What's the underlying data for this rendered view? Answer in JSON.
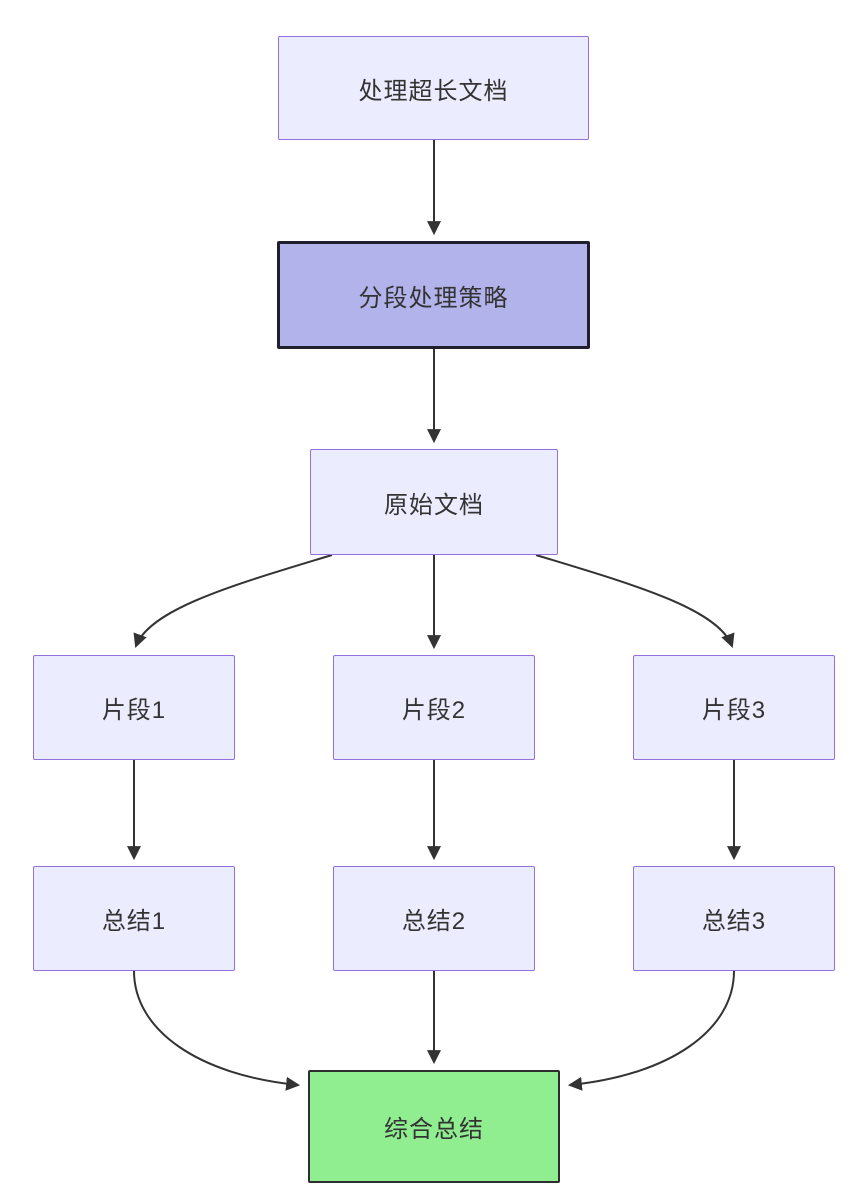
{
  "diagram": {
    "type": "flowchart",
    "direction": "top-down",
    "nodes": [
      {
        "id": "A",
        "label": "处理超长文档",
        "style": "default"
      },
      {
        "id": "B",
        "label": "分段处理策略",
        "style": "highlight"
      },
      {
        "id": "C",
        "label": "原始文档",
        "style": "default"
      },
      {
        "id": "D1",
        "label": "片段1",
        "style": "default"
      },
      {
        "id": "D2",
        "label": "片段2",
        "style": "default"
      },
      {
        "id": "D3",
        "label": "片段3",
        "style": "default"
      },
      {
        "id": "E1",
        "label": "总结1",
        "style": "default"
      },
      {
        "id": "E2",
        "label": "总结2",
        "style": "default"
      },
      {
        "id": "E3",
        "label": "总结3",
        "style": "default"
      },
      {
        "id": "F",
        "label": "综合总结",
        "style": "success"
      }
    ],
    "edges": [
      {
        "from": "处理超长文档",
        "to": "分段处理策略"
      },
      {
        "from": "分段处理策略",
        "to": "原始文档"
      },
      {
        "from": "原始文档",
        "to": "片段1"
      },
      {
        "from": "原始文档",
        "to": "片段2"
      },
      {
        "from": "原始文档",
        "to": "片段3"
      },
      {
        "from": "片段1",
        "to": "总结1"
      },
      {
        "from": "片段2",
        "to": "总结2"
      },
      {
        "from": "片段3",
        "to": "总结3"
      },
      {
        "from": "总结1",
        "to": "综合总结"
      },
      {
        "from": "总结2",
        "to": "综合总结"
      },
      {
        "from": "总结3",
        "to": "综合总结"
      }
    ],
    "colors": {
      "node_fill": "#ECECFF",
      "node_border": "#9370DB",
      "highlight_fill": "#B3B3EC",
      "highlight_border": "#1F1F2E",
      "success_fill": "#90EE90",
      "success_border": "#2E2E2E",
      "edge": "#333333",
      "text": "#333333"
    }
  }
}
